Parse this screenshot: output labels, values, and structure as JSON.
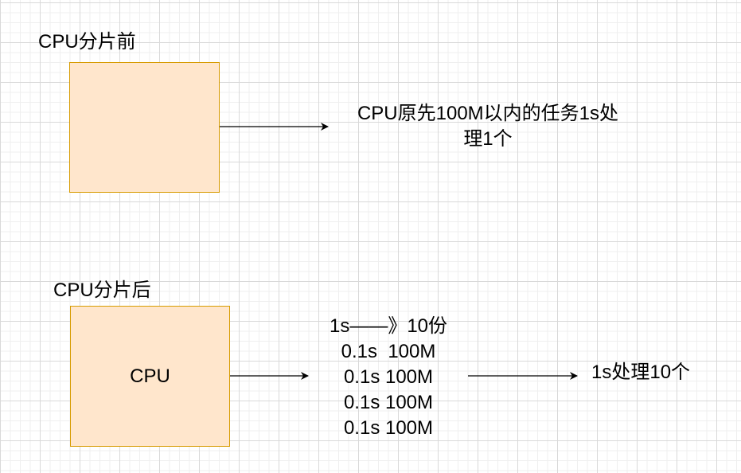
{
  "before": {
    "title": "CPU分片前",
    "box_label": "",
    "result_text_line1": "CPU原先100M以内的任务1s处",
    "result_text_line2": "理1个"
  },
  "after": {
    "title": "CPU分片后",
    "box_label": "CPU",
    "slices": [
      "1s——》10份",
      "0.1s  100M",
      "0.1s 100M",
      "0.1s 100M",
      "0.1s 100M"
    ],
    "result_text": "1s处理10个"
  },
  "colors": {
    "box_fill": "#ffe6cc",
    "box_stroke": "#d79b00",
    "edge": "#000000"
  }
}
